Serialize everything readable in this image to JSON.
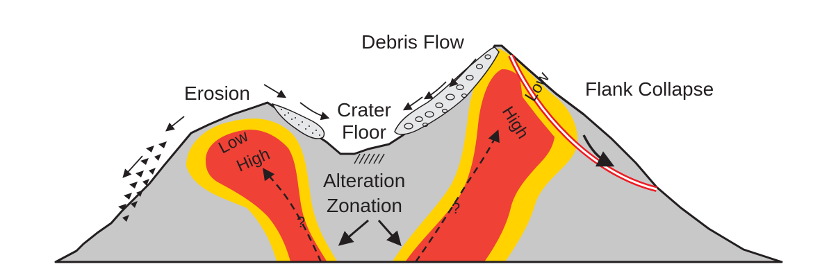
{
  "labels": {
    "erosion": "Erosion",
    "debris_flow": "Debris Flow",
    "crater_line1": "Crater",
    "crater_line2": "Floor",
    "flank_collapse": "Flank Collapse",
    "alteration_line1": "Alteration",
    "alteration_line2": "Zonation",
    "left_low": "Low",
    "left_high": "High",
    "right_low": "Low",
    "right_high": "High",
    "q_left": "?",
    "q_right": "?"
  },
  "colors": {
    "edifice": "#c8c8c9",
    "outline": "#231f20",
    "high_alteration": "#ef4136",
    "low_alteration": "#ffd200",
    "debris": "#e6e7e8",
    "collapse_line": "#ed1c24"
  }
}
